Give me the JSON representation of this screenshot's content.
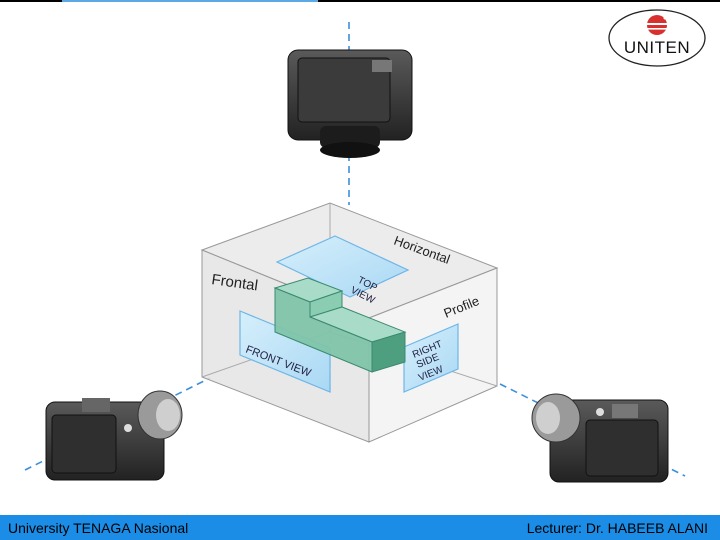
{
  "logo": {
    "text": "UNITEN"
  },
  "diagram": {
    "planes": {
      "frontal": "Frontal",
      "horizontal": "Horizontal",
      "profile": "Profile"
    },
    "views": {
      "top": [
        "TOP",
        "VIEW"
      ],
      "front": "FRONT VIEW",
      "right": [
        "RIGHT",
        "SIDE",
        "VIEW"
      ]
    }
  },
  "footer": {
    "left": "University TENAGA Nasional",
    "right": "Lecturer: Dr. HABEEB ALANI"
  },
  "colors": {
    "footer_bar": "#1b8de6",
    "sight_lines": "#3d8fdc",
    "view_panels": "#b9e0f7",
    "solid": "#7fc4aa"
  }
}
